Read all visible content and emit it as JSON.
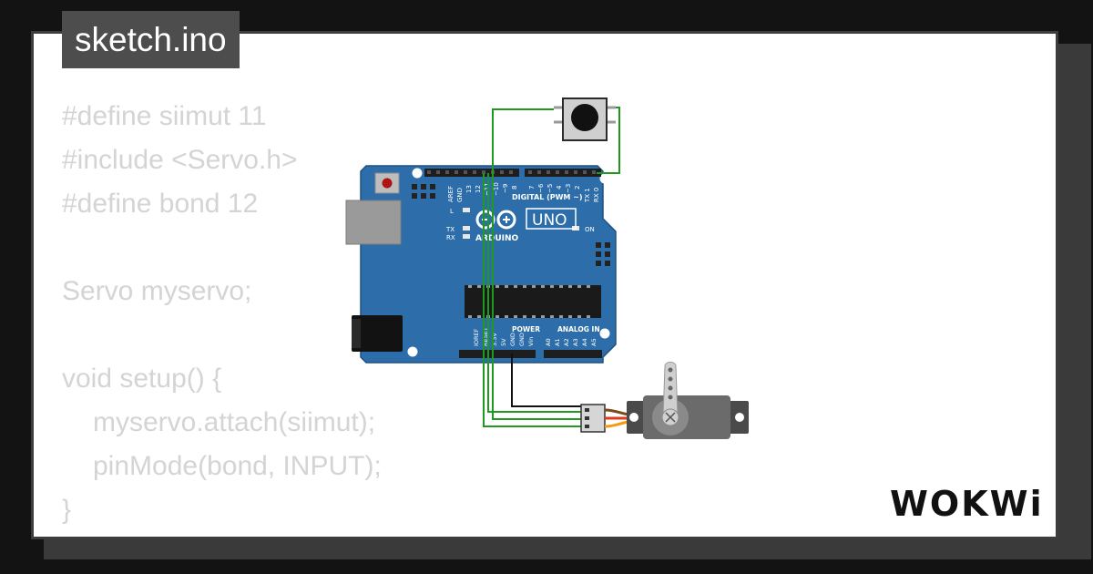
{
  "file_tab": {
    "filename": "sketch.ino"
  },
  "code": {
    "lines": [
      "#define siimut 11",
      "#include <Servo.h>",
      "#define bond 12",
      "",
      "Servo myservo;",
      "",
      "void setup() {",
      "myservo.attach(siimut);",
      "pinMode(bond, INPUT);",
      "}"
    ]
  },
  "arduino": {
    "model_label": "UNO",
    "brand_label": "ARDUINO",
    "digital_header": "DIGITAL (PWM ~)",
    "power_header": "POWER",
    "analog_header": "ANALOG IN",
    "on_label": "ON",
    "l_label": "L",
    "tx_label": "TX",
    "rx_label": "RX",
    "top_pins": [
      "AREF",
      "GND",
      "13",
      "12",
      "~11",
      "~10",
      "~9",
      "8",
      "7",
      "~6",
      "~5",
      "4",
      "~3",
      "2",
      "TX 1",
      "RX 0"
    ],
    "bottom_pins": [
      "IOREF",
      "RESET",
      "3.3V",
      "5V",
      "GND",
      "GND",
      "Vin",
      "A0",
      "A1",
      "A2",
      "A3",
      "A4",
      "A5"
    ]
  },
  "brand": {
    "logo_text": "WOKWi"
  },
  "colors": {
    "board": "#2d6eaa",
    "wire_green": "#1f9a1f",
    "wire_black": "#111111",
    "servo_body": "#666666",
    "code_text": "#d4d4d4"
  }
}
